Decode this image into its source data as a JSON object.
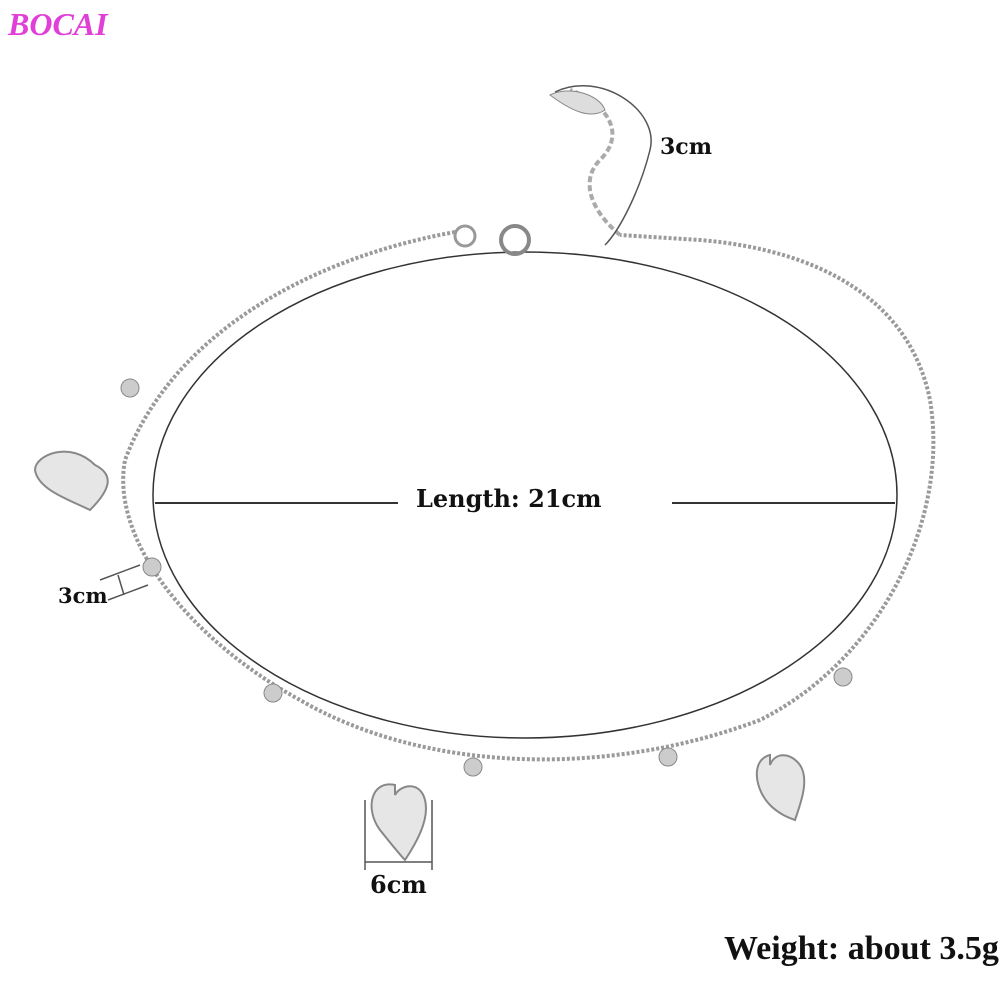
{
  "brand": {
    "text": "BOCAI",
    "color": "#e040d8"
  },
  "annotations": {
    "extender_length": "3cm",
    "total_length": "Length: 21cm",
    "bead_spacing": "3cm",
    "heart_width": "6cm",
    "weight": "Weight: about 3.5g"
  },
  "colors": {
    "chain": "#9a9a9a",
    "measure_line": "#333333"
  }
}
